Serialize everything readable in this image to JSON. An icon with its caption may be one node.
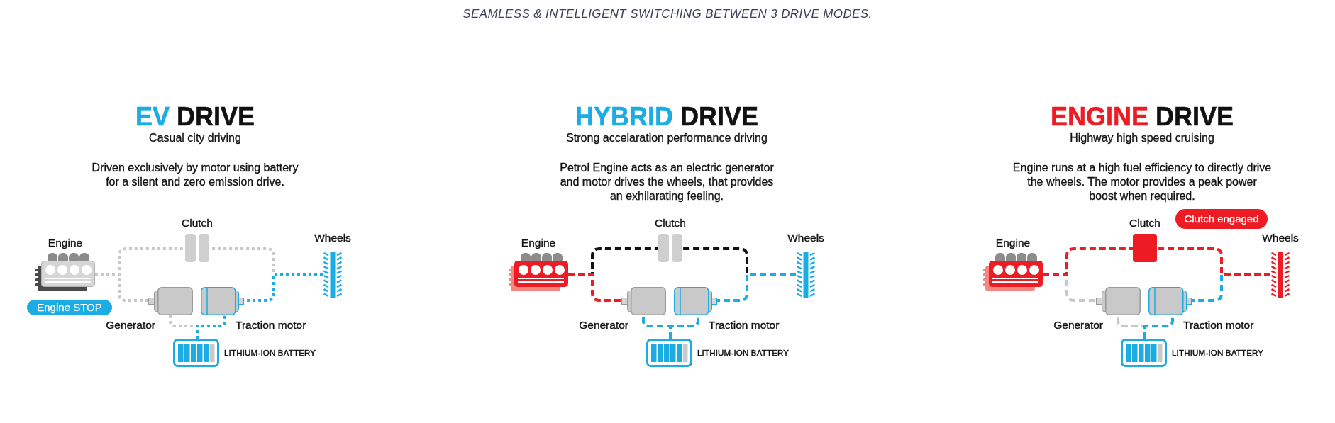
{
  "diagram": {
    "title": "SEAMLESS & INTELLIGENT SWITCHING BETWEEN 3 DRIVE MODES.",
    "nodes": [
      {
        "text": [
          "Engine"
        ]
      },
      {
        "text": [
          "Clutch"
        ]
      },
      {
        "text": [
          "Wheels"
        ]
      },
      {
        "text": [
          "Engine STOP"
        ]
      },
      {
        "text": [
          "Generator"
        ]
      },
      {
        "text": [
          "Traction motor"
        ]
      },
      {
        "text": [
          "LITHIUM-ION BATTERY"
        ]
      },
      {
        "text": [
          "Engine"
        ]
      },
      {
        "text": [
          "Clutch"
        ]
      },
      {
        "text": [
          "Wheels"
        ]
      },
      {
        "text": [
          "Generator"
        ]
      },
      {
        "text": [
          "Traction motor"
        ]
      },
      {
        "text": [
          "LITHIUM-ION BATTERY"
        ]
      },
      {
        "text": [
          "Engine"
        ]
      },
      {
        "text": [
          "Clutch"
        ]
      },
      {
        "text": [
          "Clutch engaged"
        ]
      },
      {
        "text": [
          "Wheels"
        ]
      },
      {
        "text": [
          "Generator"
        ]
      },
      {
        "text": [
          "Traction motor"
        ]
      },
      {
        "text": [
          "LITHIUM-ION BATTERY"
        ]
      }
    ],
    "edges": [
      {
        "from": 0,
        "to": 1,
        "arrow": "none",
        "style": "dashed",
        "color": "#c8c8c8"
      },
      {
        "from": 0,
        "to": 4,
        "arrow": "none",
        "style": "dashed",
        "color": "#c8c8c8"
      },
      {
        "from": 2,
        "to": 1,
        "arrow": "none",
        "style": "dashed",
        "color": "#c8c8c8"
      },
      {
        "from": 2,
        "to": 5,
        "arrow": "none",
        "style": "dashed",
        "color": "#1aace3"
      },
      {
        "from": 6,
        "to": 4,
        "arrow": "none",
        "style": "dashed",
        "color": "#c8c8c8"
      },
      {
        "from": 6,
        "to": 5,
        "arrow": "none",
        "style": "dashed",
        "color": "#1aace3"
      },
      {
        "from": 7,
        "to": 8,
        "arrow": "none",
        "style": "dashed",
        "color": "#111111"
      },
      {
        "from": 7,
        "to": 10,
        "arrow": "none",
        "style": "dashed",
        "color": "#ed1c24"
      },
      {
        "from": 9,
        "to": 8,
        "arrow": "none",
        "style": "dashed",
        "color": "#111111"
      },
      {
        "from": 9,
        "to": 11,
        "arrow": "none",
        "style": "dashed",
        "color": "#1aace3"
      },
      {
        "from": 12,
        "to": 10,
        "arrow": "none",
        "style": "dashed",
        "color": "#1aace3"
      },
      {
        "from": 12,
        "to": 11,
        "arrow": "none",
        "style": "dashed",
        "color": "#1aace3"
      },
      {
        "from": 13,
        "to": 14,
        "arrow": "none",
        "style": "dashed",
        "color": "#ed1c24"
      },
      {
        "from": 13,
        "to": 17,
        "arrow": "none",
        "style": "dashed",
        "color": "#c8c8c8"
      },
      {
        "from": 16,
        "to": 14,
        "arrow": "none",
        "style": "dashed",
        "color": "#ed1c24"
      },
      {
        "from": 16,
        "to": 18,
        "arrow": "none",
        "style": "dashed",
        "color": "#1aace3"
      },
      {
        "from": 19,
        "to": 17,
        "arrow": "none",
        "style": "dashed",
        "color": "#c8c8c8"
      },
      {
        "from": 19,
        "to": 18,
        "arrow": "none",
        "style": "dashed",
        "color": "#1aace3"
      }
    ],
    "labels": [
      "EV DRIVE",
      "Casual city driving",
      "Driven exclusively by motor using battery for a silent and zero emission drive.",
      "HYBRID DRIVE",
      "Strong accelaration performance driving",
      "Petrol Engine acts as an electric generator and motor drives the wheels, that provides an exhilarating feeling.",
      "ENGINE DRIVE",
      "Highway high speed cruising",
      "Engine runs at a high fuel efficiency to directly drive the wheels. The motor provides a peak power boost when required."
    ]
  }
}
